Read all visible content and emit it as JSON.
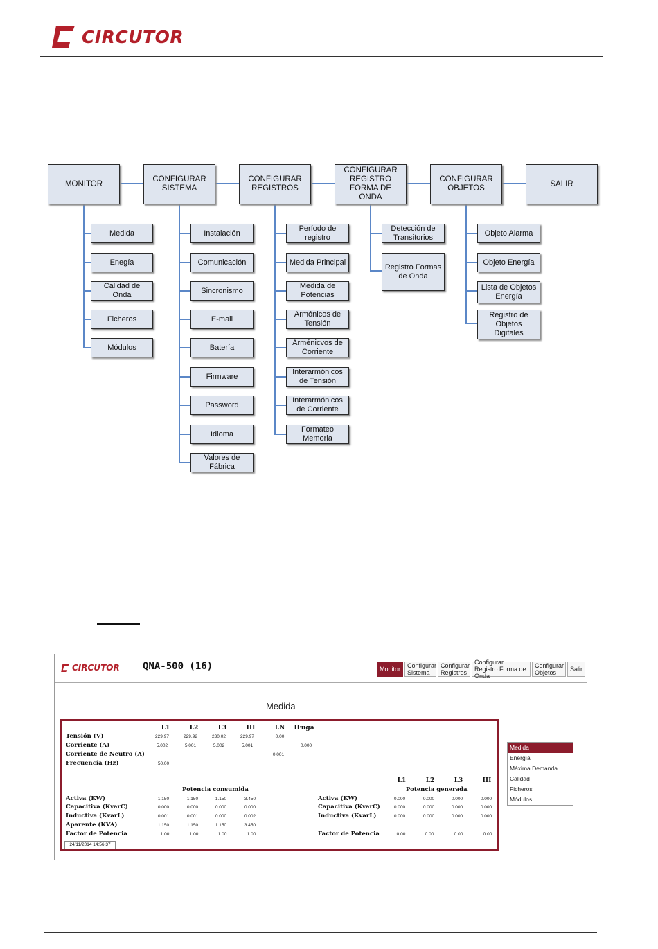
{
  "header": {
    "brand": "CIRCUTOR"
  },
  "tree": {
    "top": [
      "MONITOR",
      "CONFIGURAR SISTEMA",
      "CONFIGURAR REGISTROS",
      "CONFIGURAR REGISTRO FORMA DE ONDA",
      "CONFIGURAR OBJETOS",
      "SALIR"
    ],
    "monitor": [
      "Medida",
      "Enegía",
      "Calidad de Onda",
      "Ficheros",
      "Módulos"
    ],
    "sistema": [
      "Instalación",
      "Comunicación",
      "Sincronismo",
      "E-mail",
      "Batería",
      "Firmware",
      "Password",
      "Idioma",
      "Valores de Fábrica"
    ],
    "registros": [
      "Período de registro",
      "Medida Principal",
      "Medida de Potencias",
      "Armónicos de Tensión",
      "Arménicvos de Corriente",
      "Interarmónicos de Tensión",
      "Interarmónicos de Corriente",
      "Formateo Memoria"
    ],
    "forma_onda": [
      "Detección de Transitorios",
      "Registro Formas de Onda"
    ],
    "objetos": [
      "Objeto Alarma",
      "Objeto Energía",
      "Lista de Objetos Energía",
      "Registro de Objetos Digitales"
    ]
  },
  "app": {
    "brand": "CIRCUTOR",
    "device": "QNA-500 (16)",
    "tabs": [
      "Monitor",
      "Configurar Sistema",
      "Configurar Registros",
      "Configurar Registro Forma de Onda",
      "Configurar Objetos",
      "Salir"
    ],
    "page_title": "Medida",
    "cols": [
      "L1",
      "L2",
      "L3",
      "III",
      "LN",
      "IFuga"
    ],
    "rows": [
      {
        "label": "Tensión (V)",
        "values": [
          "229.97",
          "229.92",
          "230.02",
          "229.97",
          "0.00",
          ""
        ]
      },
      {
        "label": "Corriente (A)",
        "values": [
          "5.002",
          "5.001",
          "5.002",
          "5.001",
          "",
          "0.000"
        ]
      },
      {
        "label": "Corriente de Neutro (A)",
        "values": [
          "",
          "",
          "",
          "",
          "0.001",
          ""
        ]
      },
      {
        "label": "Frecuencia (Hz)",
        "values": [
          "50.00",
          "",
          "",
          "",
          "",
          ""
        ]
      }
    ],
    "consumed_title": "Potencia consumida",
    "generated_title": "Potencia generada",
    "gen_cols": [
      "L1",
      "L2",
      "L3",
      "III"
    ],
    "consumed": [
      {
        "label": "Activa (KW)",
        "values": [
          "1.150",
          "1.150",
          "1.150",
          "3.450"
        ]
      },
      {
        "label": "Capacitiva (KvarC)",
        "values": [
          "0.000",
          "0.000",
          "0.000",
          "0.000"
        ]
      },
      {
        "label": "Inductiva (KvarL)",
        "values": [
          "0.001",
          "0.001",
          "0.000",
          "0.002"
        ]
      },
      {
        "label": "Aparente (KVA)",
        "values": [
          "1.150",
          "1.150",
          "1.150",
          "3.450"
        ]
      },
      {
        "label": "Factor de Potencia",
        "values": [
          "1.00",
          "1.00",
          "1.00",
          "1.00"
        ]
      }
    ],
    "generated": [
      {
        "label": "Activa (KW)",
        "values": [
          "0.000",
          "0.000",
          "0.000",
          "0.000"
        ]
      },
      {
        "label": "Capacitiva (KvarC)",
        "values": [
          "0.000",
          "0.000",
          "0.000",
          "0.000"
        ]
      },
      {
        "label": "Inductiva (KvarL)",
        "values": [
          "0.000",
          "0.000",
          "0.000",
          "0.000"
        ]
      },
      {
        "label": "Factor de Potencia",
        "values": [
          "0.00",
          "0.00",
          "0.00",
          "0.00"
        ]
      }
    ],
    "timestamp": "24/11/2014 14:56:37",
    "menu": [
      "Medida",
      "Energía",
      "Máxima Demanda",
      "Calidad",
      "Ficheros",
      "Módulos"
    ]
  },
  "colors": {
    "brand_red": "#b3202a",
    "panel_border": "#8c1c2c",
    "node_fill": "#dfe5ef",
    "connector": "#5b87c7"
  }
}
